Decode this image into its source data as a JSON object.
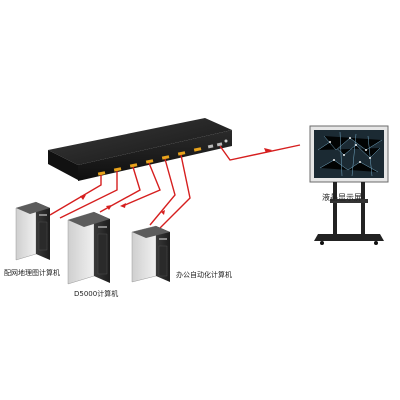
{
  "labels": {
    "display": "液晶显示屏",
    "pc1": "配网地理图计算机",
    "pc2": "D5000计算机",
    "pc3": "办公自动化计算机"
  },
  "colors": {
    "cable": "#d61f1f",
    "device_dark": "#1e1e1e",
    "port": "#e8a31c",
    "screen_bg": "#1b2a33",
    "stand": "#222222"
  }
}
